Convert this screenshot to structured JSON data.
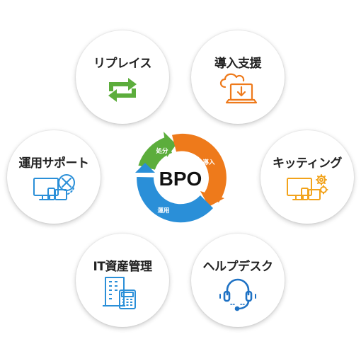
{
  "colors": {
    "green": "#5cad3c",
    "orange": "#ee7a1b",
    "blue": "#2a8fd8",
    "dark_text": "#222222"
  },
  "center": {
    "title": "BPO",
    "segments": [
      {
        "label": "処分",
        "color": "#5cad3c"
      },
      {
        "label": "導入",
        "color": "#ee7a1b"
      },
      {
        "label": "運用",
        "color": "#2a8fd8"
      }
    ]
  },
  "services": [
    {
      "label": "リプレイス",
      "icon": "recycle-arrows-icon"
    },
    {
      "label": "導入支援",
      "icon": "cloud-download-laptop-icon"
    },
    {
      "label": "運用サポート",
      "icon": "devices-tools-icon"
    },
    {
      "label": "キッティング",
      "icon": "devices-gears-icon"
    },
    {
      "label": "IT資産管理",
      "icon": "building-calculator-icon"
    },
    {
      "label": "ヘルプデスク",
      "icon": "headset-icon"
    }
  ]
}
